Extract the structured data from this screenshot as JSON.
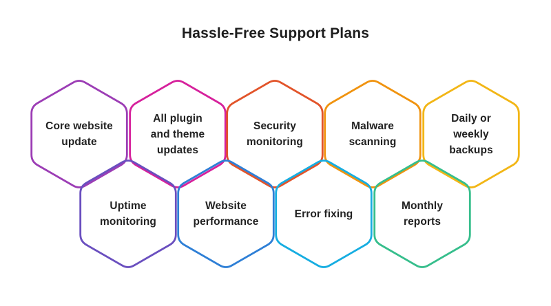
{
  "title": "Hassle-Free Support Plans",
  "colors": {
    "background": "#ffffff",
    "title_text": "#1d1d1d",
    "label_text": "#212121"
  },
  "hexagons": [
    {
      "id": "core-website-update",
      "label": "Core website\nupdate",
      "color": "#9C3DB5"
    },
    {
      "id": "plugin-theme-updates",
      "label": "All plugin\nand theme\nupdates",
      "color": "#D6219C"
    },
    {
      "id": "security-monitoring",
      "label": "Security\nmonitoring",
      "color": "#E2542A"
    },
    {
      "id": "malware-scanning",
      "label": "Malware\nscanning",
      "color": "#F0930F"
    },
    {
      "id": "daily-weekly-backups",
      "label": "Daily or\nweekly\nbackups",
      "color": "#F2B616"
    },
    {
      "id": "uptime-monitoring",
      "label": "Uptime\nmonitoring",
      "color": "#6A4FBF"
    },
    {
      "id": "website-performance",
      "label": "Website\nperformance",
      "color": "#2E7FD6"
    },
    {
      "id": "error-fixing",
      "label": "Error fixing",
      "color": "#16ADE1"
    },
    {
      "id": "monthly-reports",
      "label": "Monthly\nreports",
      "color": "#36BE8C"
    }
  ]
}
